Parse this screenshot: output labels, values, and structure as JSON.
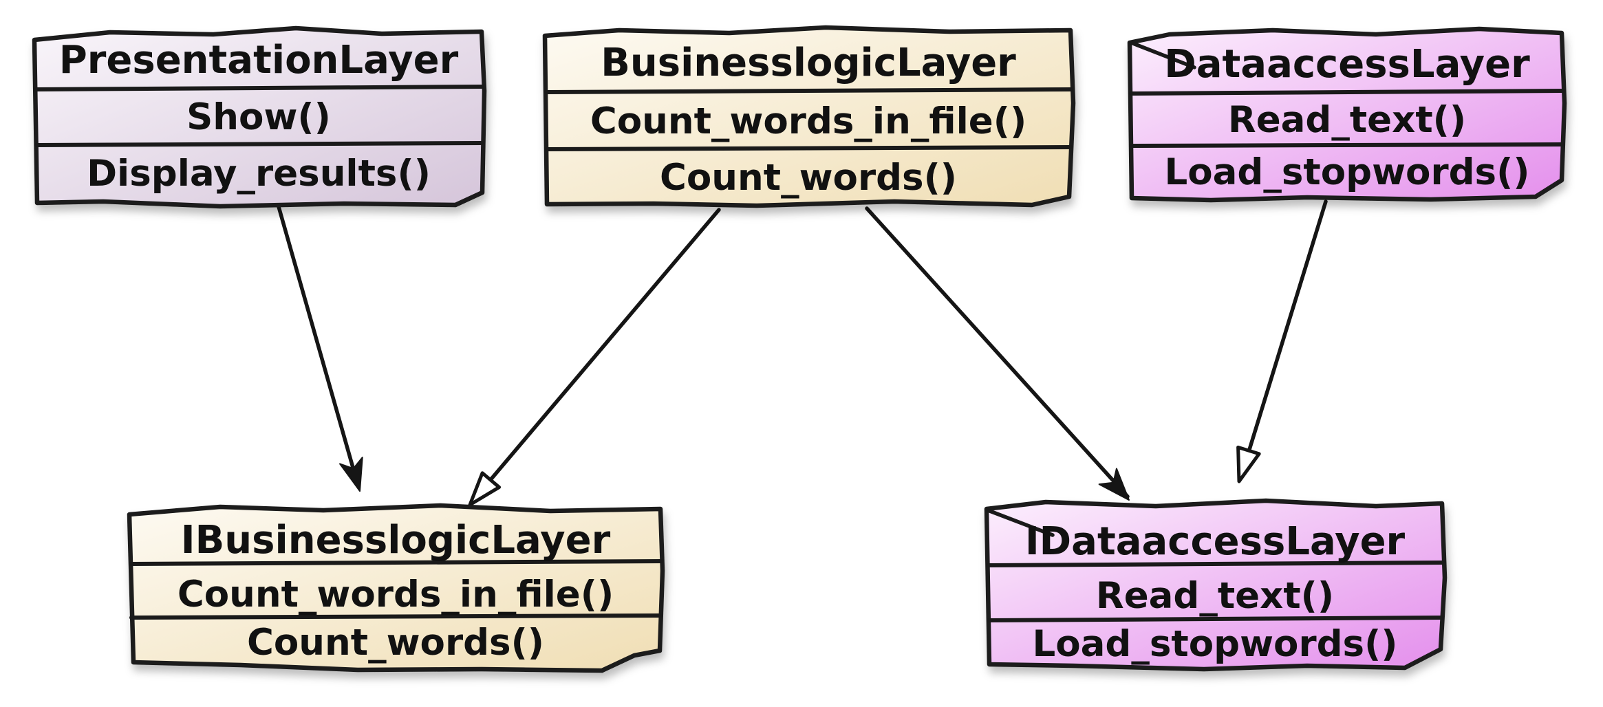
{
  "diagram": {
    "kind": "uml-class-diagram",
    "classes": [
      {
        "id": "presentation-layer",
        "name": "PresentationLayer",
        "methods": [
          "Show()",
          "Display_results()"
        ],
        "fill_start": "#f9f5fa",
        "fill_end": "#d5c5da"
      },
      {
        "id": "businesslogic-layer",
        "name": "BusinesslogicLayer",
        "methods": [
          "Count_words_in_file()",
          "Count_words()"
        ],
        "fill_start": "#fdfaf2",
        "fill_end": "#f0deb4"
      },
      {
        "id": "dataaccess-layer",
        "name": "DataaccessLayer",
        "methods": [
          "Read_text()",
          "Load_stopwords()"
        ],
        "fill_start": "#fceffd",
        "fill_end": "#e48fec"
      },
      {
        "id": "ibusinesslogic-layer",
        "name": "IBusinesslogicLayer",
        "methods": [
          "Count_words_in_file()",
          "Count_words()"
        ],
        "fill_start": "#fdfaf2",
        "fill_end": "#f0deb4"
      },
      {
        "id": "idataaccess-layer",
        "name": "IDataaccessLayer",
        "methods": [
          "Read_text()",
          "Load_stopwords()"
        ],
        "fill_start": "#fceffd",
        "fill_end": "#e48fec"
      }
    ],
    "relationships": [
      {
        "from": "PresentationLayer",
        "to": "IBusinesslogicLayer",
        "arrowhead": "filled"
      },
      {
        "from": "BusinesslogicLayer",
        "to": "IBusinesslogicLayer",
        "arrowhead": "hollow"
      },
      {
        "from": "BusinesslogicLayer",
        "to": "IDataaccessLayer",
        "arrowhead": "filled"
      },
      {
        "from": "DataaccessLayer",
        "to": "IDataaccessLayer",
        "arrowhead": "hollow"
      }
    ],
    "colors": {
      "stroke": "#1a1a1a",
      "background": "#ffffff",
      "purple_gradient_end": "#d5c5da",
      "tan_gradient_end": "#f0deb4",
      "pink_gradient_end": "#e48fec"
    }
  }
}
